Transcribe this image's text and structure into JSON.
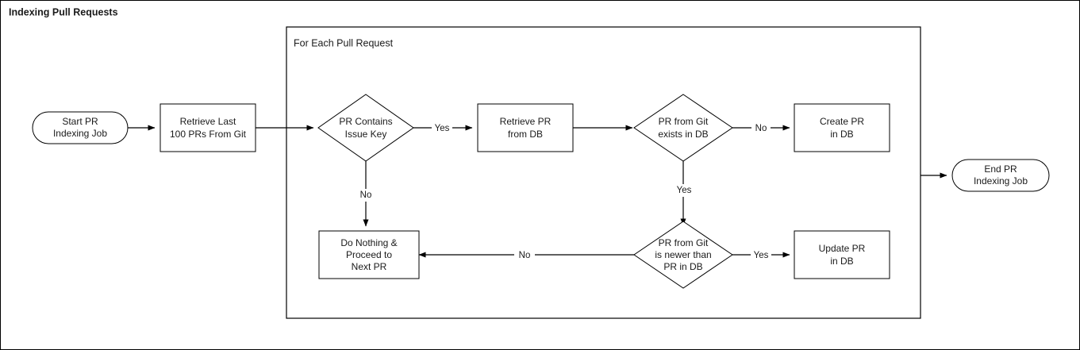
{
  "diagram": {
    "title": "Indexing Pull Requests",
    "group_title": "For Each Pull Request",
    "colors": {
      "stroke": "#000000",
      "fill": "#ffffff",
      "text": "#1a1a1a"
    },
    "nodes": {
      "start": {
        "line1": "Start PR",
        "line2": "Indexing Job",
        "shape": "stadium"
      },
      "retrieve_last": {
        "line1": "Retrieve Last",
        "line2": "100 PRs From Git",
        "shape": "rectangle"
      },
      "contains_key": {
        "line1": "PR Contains",
        "line2": "Issue Key",
        "shape": "diamond"
      },
      "retrieve_pr": {
        "line1": "Retrieve PR",
        "line2": "from DB",
        "shape": "rectangle"
      },
      "exists_in_db": {
        "line1": "PR from Git",
        "line2": "exists in DB",
        "shape": "diamond"
      },
      "create_pr": {
        "line1": "Create PR",
        "line2": "in DB",
        "shape": "rectangle"
      },
      "do_nothing": {
        "line1": "Do Nothing &",
        "line2": "Proceed to",
        "line3": "Next PR",
        "shape": "rectangle"
      },
      "is_newer": {
        "line1": "PR from Git",
        "line2": "is newer than",
        "line3": "PR in DB",
        "shape": "diamond"
      },
      "update_pr": {
        "line1": "Update PR",
        "line2": "in DB",
        "shape": "rectangle"
      },
      "end": {
        "line1": "End PR",
        "line2": "Indexing Job",
        "shape": "stadium"
      }
    },
    "edge_labels": {
      "contains_key_yes": "Yes",
      "contains_key_no": "No",
      "exists_no": "No",
      "exists_yes": "Yes",
      "newer_yes": "Yes",
      "newer_no": "No"
    }
  }
}
